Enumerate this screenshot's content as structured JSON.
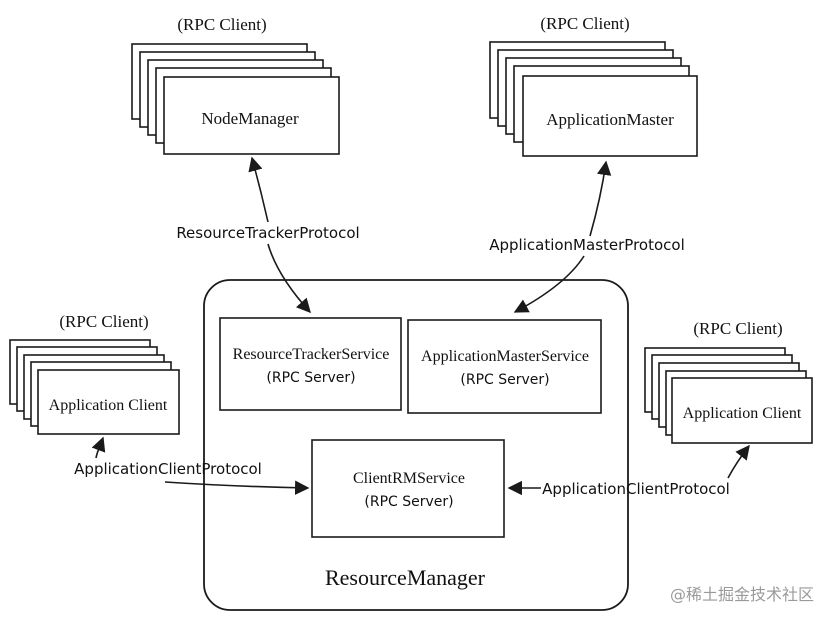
{
  "nodes": {
    "node_manager": {
      "label": "NodeManager",
      "role": "(RPC Client)"
    },
    "application_master": {
      "label": "ApplicationMaster",
      "role": "(RPC Client)"
    },
    "application_client_left": {
      "label": "Application Client",
      "role": "(RPC Client)"
    },
    "application_client_right": {
      "label": "Application Client",
      "role": "(RPC Client)"
    },
    "resource_manager": {
      "label": "ResourceManager"
    },
    "resource_tracker_service": {
      "label": "ResourceTrackerService",
      "sub": "(RPC Server)"
    },
    "application_master_service": {
      "label": "ApplicationMasterService",
      "sub": "(RPC Server)"
    },
    "client_rm_service": {
      "label": "ClientRMService",
      "sub": "(RPC Server)"
    }
  },
  "edges": {
    "resource_tracker_protocol": {
      "label": "ResourceTrackerProtocol"
    },
    "application_master_protocol": {
      "label": "ApplicationMasterProtocol"
    },
    "application_client_protocol_left": {
      "label": "ApplicationClientProtocol"
    },
    "application_client_protocol_right": {
      "label": "ApplicationClientProtocol"
    }
  },
  "watermark": "@稀土掘金技术社区"
}
